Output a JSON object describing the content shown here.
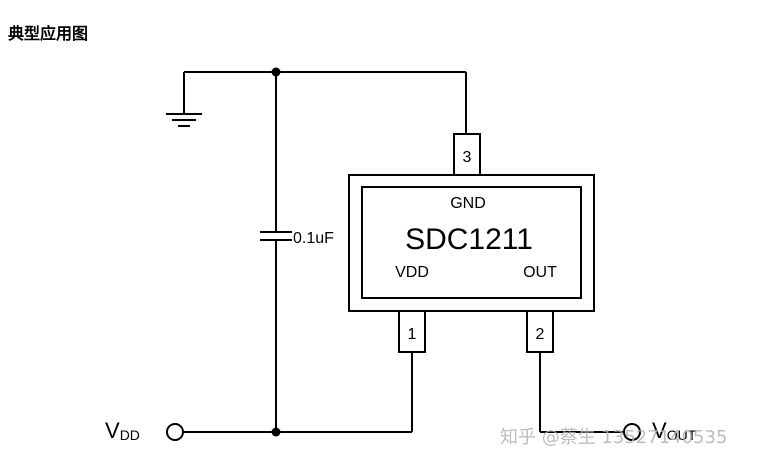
{
  "title": "典型应用图",
  "chip": {
    "name": "SDC1211",
    "pin_labels": {
      "gnd": "GND",
      "vdd": "VDD",
      "out": "OUT"
    },
    "pin_numbers": {
      "pin3": "3",
      "pin1": "1",
      "pin2": "2"
    }
  },
  "capacitor": {
    "value": "0.1uF"
  },
  "terminals": {
    "vdd": {
      "main": "V",
      "sub": "DD"
    },
    "vout": {
      "main": "V",
      "sub": "OUT"
    }
  },
  "watermark": "知乎 @蔡生 13527140535",
  "colors": {
    "line": "#000000",
    "watermark": "#b0b0b0"
  }
}
